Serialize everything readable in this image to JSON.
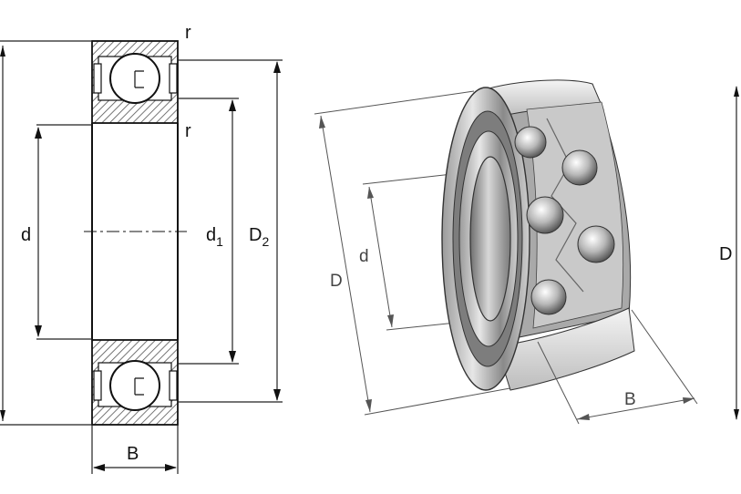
{
  "section_view": {
    "labels": {
      "r_top": "r",
      "r_inner": "r",
      "d": "d",
      "d1_main": "d",
      "d1_sub": "1",
      "D2_main": "D",
      "D2_sub": "2",
      "B": "B"
    }
  },
  "iso_view": {
    "labels": {
      "D": "D",
      "d": "d",
      "B": "B"
    }
  },
  "right_edge": {
    "labels": {
      "D": "D"
    }
  }
}
